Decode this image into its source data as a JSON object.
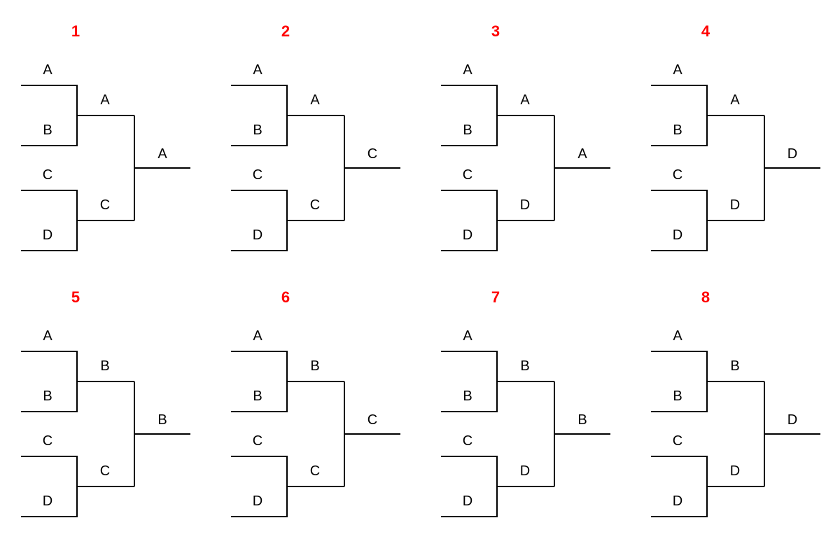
{
  "diagram": {
    "description": "Eight 4-team single-elimination tournament brackets showing all possible outcomes",
    "teams_per_bracket": 4
  },
  "colors": {
    "bracket_number": "#ff0000",
    "line": "#000000",
    "label": "#000000",
    "background": "#ffffff"
  },
  "brackets": [
    {
      "number": "1",
      "teams": [
        "A",
        "B",
        "C",
        "D"
      ],
      "semifinal_winners": [
        "A",
        "C"
      ],
      "champion": "A"
    },
    {
      "number": "2",
      "teams": [
        "A",
        "B",
        "C",
        "D"
      ],
      "semifinal_winners": [
        "A",
        "C"
      ],
      "champion": "C"
    },
    {
      "number": "3",
      "teams": [
        "A",
        "B",
        "C",
        "D"
      ],
      "semifinal_winners": [
        "A",
        "D"
      ],
      "champion": "A"
    },
    {
      "number": "4",
      "teams": [
        "A",
        "B",
        "C",
        "D"
      ],
      "semifinal_winners": [
        "A",
        "D"
      ],
      "champion": "D"
    },
    {
      "number": "5",
      "teams": [
        "A",
        "B",
        "C",
        "D"
      ],
      "semifinal_winners": [
        "B",
        "C"
      ],
      "champion": "B"
    },
    {
      "number": "6",
      "teams": [
        "A",
        "B",
        "C",
        "D"
      ],
      "semifinal_winners": [
        "B",
        "C"
      ],
      "champion": "C"
    },
    {
      "number": "7",
      "teams": [
        "A",
        "B",
        "C",
        "D"
      ],
      "semifinal_winners": [
        "B",
        "D"
      ],
      "champion": "B"
    },
    {
      "number": "8",
      "teams": [
        "A",
        "B",
        "C",
        "D"
      ],
      "semifinal_winners": [
        "B",
        "D"
      ],
      "champion": "D"
    }
  ]
}
